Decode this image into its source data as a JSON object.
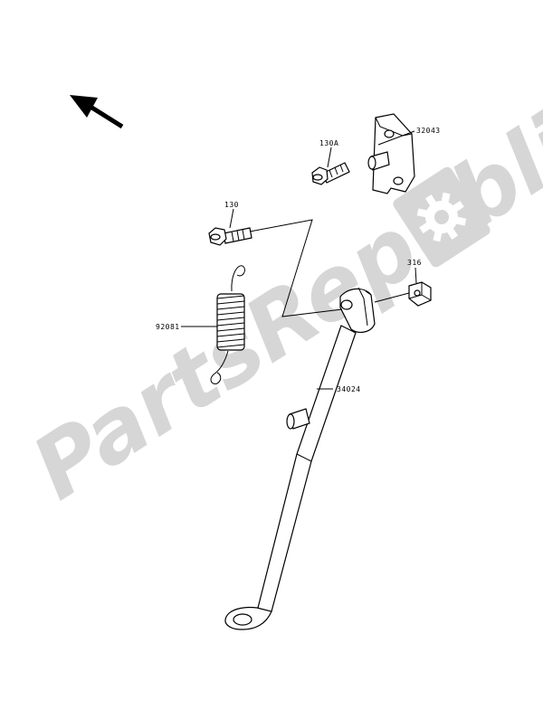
{
  "watermark": {
    "text": "PartsRepublik",
    "color": "#d6d6d6",
    "logo_icon": "gear-icon"
  },
  "orientation": {
    "icon": "arrow-up-left-icon"
  },
  "labels": {
    "bracket": "32043",
    "bolt_upper": "130A",
    "bolt": "130",
    "nut": "316",
    "spring": "92081",
    "stand": "34024"
  }
}
